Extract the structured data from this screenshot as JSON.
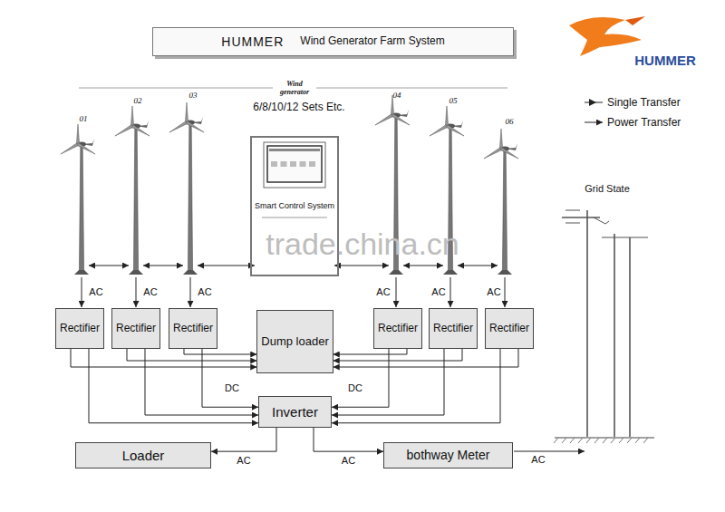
{
  "diagram": {
    "nodes": [
      {
        "text": [
          "HUMMER",
          "Wind Generator Farm System"
        ]
      },
      {
        "text": [
          "Smart Control System"
        ]
      },
      {
        "text": [
          "Rectifier"
        ]
      },
      {
        "text": [
          "Rectifier"
        ]
      },
      {
        "text": [
          "Rectifier"
        ]
      },
      {
        "text": [
          "Dump loader"
        ]
      },
      {
        "text": [
          "Rectifier"
        ]
      },
      {
        "text": [
          "Rectifier"
        ]
      },
      {
        "text": [
          "Rectifier"
        ]
      },
      {
        "text": [
          "Inverter"
        ]
      },
      {
        "text": [
          "Loader"
        ]
      },
      {
        "text": [
          "bothway Meter"
        ]
      }
    ],
    "edges": [
      {
        "from": 2,
        "to": 5,
        "arrow": "to"
      },
      {
        "from": 3,
        "to": 5,
        "arrow": "to"
      },
      {
        "from": 4,
        "to": 5,
        "arrow": "to"
      },
      {
        "from": 6,
        "to": 5,
        "arrow": "to"
      },
      {
        "from": 7,
        "to": 5,
        "arrow": "to"
      },
      {
        "from": 8,
        "to": 5,
        "arrow": "to"
      },
      {
        "from": 2,
        "to": 9,
        "arrow": "to"
      },
      {
        "from": 3,
        "to": 9,
        "arrow": "to"
      },
      {
        "from": 4,
        "to": 9,
        "arrow": "to"
      },
      {
        "from": 6,
        "to": 9,
        "arrow": "to"
      },
      {
        "from": 7,
        "to": 9,
        "arrow": "to"
      },
      {
        "from": 8,
        "to": 9,
        "arrow": "to"
      },
      {
        "from": 9,
        "to": 10,
        "label": "AC",
        "arrow": "to"
      },
      {
        "from": 9,
        "to": 11,
        "label": "AC",
        "arrow": "to"
      }
    ],
    "labels": [
      "HUMMER",
      "Wind generator",
      "6/8/10/12 Sets Etc.",
      "01",
      "02",
      "03",
      "04",
      "05",
      "06",
      "trade.china.cn",
      "Grid State",
      "AC",
      "AC",
      "AC",
      "AC",
      "AC",
      "AC",
      "DC",
      "DC",
      "AC"
    ],
    "legend": [
      {
        "text": "Single Transfer"
      },
      {
        "text": "Power Transfer"
      }
    ]
  }
}
